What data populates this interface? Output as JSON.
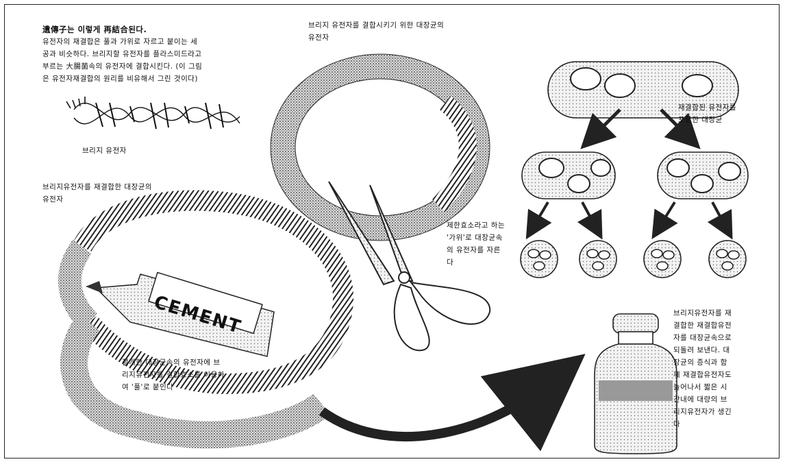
{
  "intro": {
    "title": "遺傳子는 이렇게 再結合된다.",
    "body": "유전자의 재결합은 풀과 가위로 자르고 붙이는 세\n공과 비슷하다. 브리지할 유전자를 플라스미드라고\n부르는 大腸菌속의 유전자에 결합시킨다. (이 그림\n은 유전자재결합의 원리를 비유해서 그린 것이다)"
  },
  "labels": {
    "bridge_gene": "브리지 유전자",
    "ecoli_gene_top": "브리지 유전자를 결합시키기 위한 대장균의\n유전자",
    "recombined_ecoli_gene": "브리지유전자를 재결합한 대장균의\n유전자",
    "glue_note": "절개한 대장균속의 유전자에 브\n리지유전자를 결합효소를 이용하\n여 '풀'로 붙인다",
    "scissors_note": "제한효소라고 하는\n'가위'로 대장균속\n의 유전자를 자른\n다",
    "recombined_ecoli": "재결합된 유전자를\n포함한 대장균",
    "bottle_note": "브리지유전자를 재\n결합한 재결합유전\n자를 대장균속으로\n되돌려 보낸다. 대\n장균의 증식과 함\n께 재결합유전자도\n늘어나서 짧은 시\n간내에 대량의 브\n리지유전자가 생긴\n다"
  },
  "tube_text": "CEMENT",
  "colors": {
    "ink": "#111111",
    "paper": "#ffffff"
  }
}
